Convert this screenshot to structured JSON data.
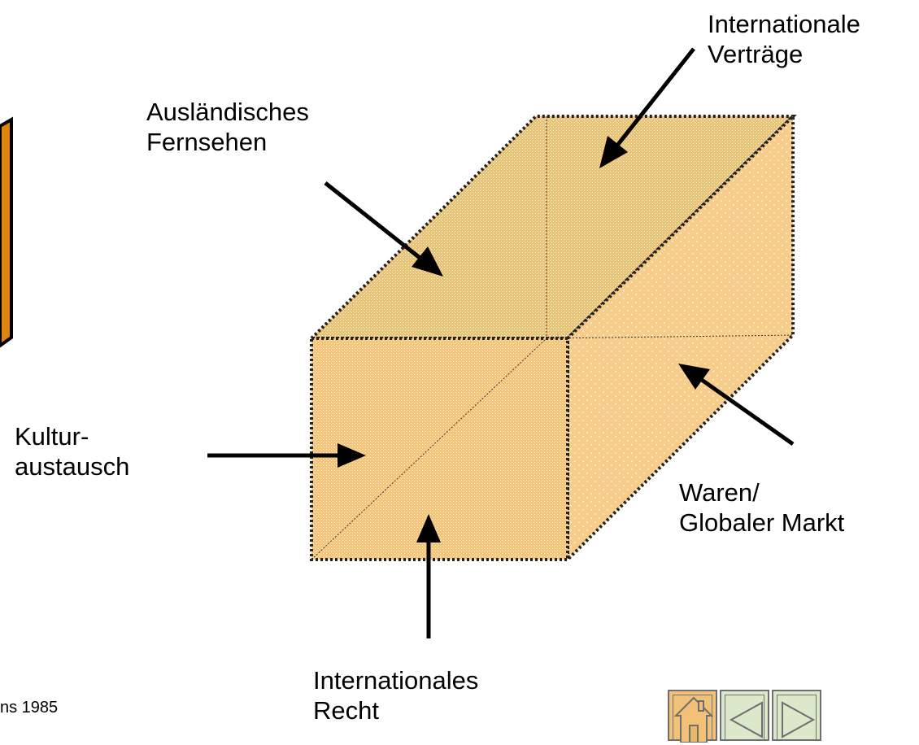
{
  "labels": {
    "auslaendisches_fernsehen": [
      "Ausländisches",
      "Fernsehen"
    ],
    "internationale_vertraege": [
      "Internationale",
      "Verträge"
    ],
    "kulturaustausch": [
      "Kultur-",
      "austausch"
    ],
    "waren_globaler_markt": [
      "Waren/",
      "Globaler Markt"
    ],
    "internationales_recht": [
      "Internationales",
      "Recht"
    ],
    "footnote": "ns 1985"
  },
  "colors": {
    "face_front": "#f2c57a",
    "face_top": "#f0c074",
    "face_side": "#f6cd8a",
    "left_box": "#de8410",
    "home_button": "#f0c176",
    "nav_button": "#dbe8c9"
  },
  "icons": {
    "home": "home-icon",
    "prev": "triangle-left-icon",
    "next": "triangle-right-icon"
  }
}
